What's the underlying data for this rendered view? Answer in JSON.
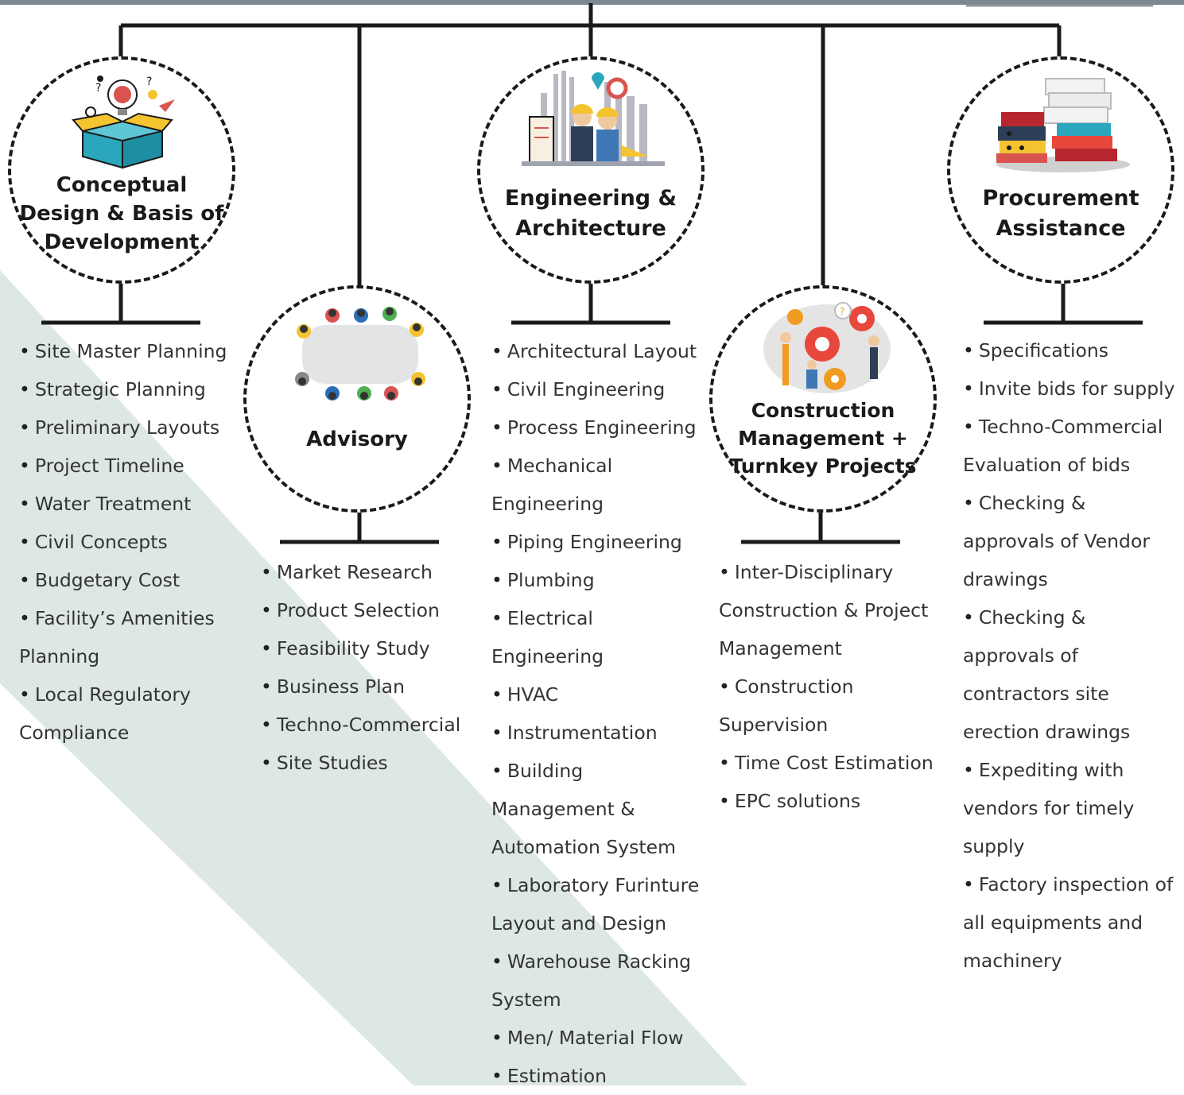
{
  "colors": {
    "line": "#1a1a1a",
    "band": "#dde8e3",
    "text": "#333333",
    "top_bar": "#7d8790"
  },
  "nodes": [
    {
      "id": "conceptual",
      "title_lines": [
        "Conceptual",
        "Design & Basis of",
        "Development"
      ],
      "icon": "idea-box-icon"
    },
    {
      "id": "advisory",
      "title_lines": [
        "Advisory"
      ],
      "icon": "meeting-table-icon"
    },
    {
      "id": "engineering",
      "title_lines": [
        "Engineering &",
        "Architecture"
      ],
      "icon": "engineers-city-icon"
    },
    {
      "id": "construction",
      "title_lines": [
        "Construction",
        "Management +",
        "Turnkey Projects"
      ],
      "icon": "construction-gears-icon"
    },
    {
      "id": "procurement",
      "title_lines": [
        "Procurement",
        "Assistance"
      ],
      "icon": "files-stack-icon"
    }
  ],
  "lists": {
    "conceptual": [
      "Site Master Planning",
      "Strategic Planning",
      "Preliminary Layouts",
      "Project Timeline",
      "Water Treatment",
      "Civil Concepts",
      "Budgetary Cost",
      "Facility’s Amenities",
      "Planning",
      "Local Regulatory",
      "Compliance"
    ],
    "advisory": [
      "Market Research",
      "Product Selection",
      "Feasibility Study",
      "Business Plan",
      "Techno-Commercial",
      "Site Studies"
    ],
    "engineering": [
      "Architectural Layout",
      "Civil Engineering",
      "Process Engineering",
      "Mechanical",
      "Engineering",
      "Piping Engineering",
      "Plumbing",
      "Electrical",
      "Engineering",
      "HVAC",
      "Instrumentation",
      "Building",
      "Management &",
      "Automation System",
      "Laboratory Furinture",
      "Layout and Design",
      "Warehouse Racking",
      "System",
      "Men/ Material Flow",
      "Estimation"
    ],
    "construction": [
      "Inter-Disciplinary",
      "Construction & Project",
      "Management",
      "Construction",
      "Supervision",
      "Time Cost Estimation",
      "EPC solutions"
    ],
    "procurement": [
      "Specifications",
      "Invite bids for supply",
      "Techno-Commercial",
      "Evaluation of bids",
      "Checking &",
      "approvals of Vendor",
      "drawings",
      "Checking &",
      "approvals of",
      "contractors site",
      "erection drawings",
      "Expediting with",
      "vendors for timely",
      "supply",
      "Factory inspection of",
      "all equipments and",
      "machinery"
    ]
  }
}
